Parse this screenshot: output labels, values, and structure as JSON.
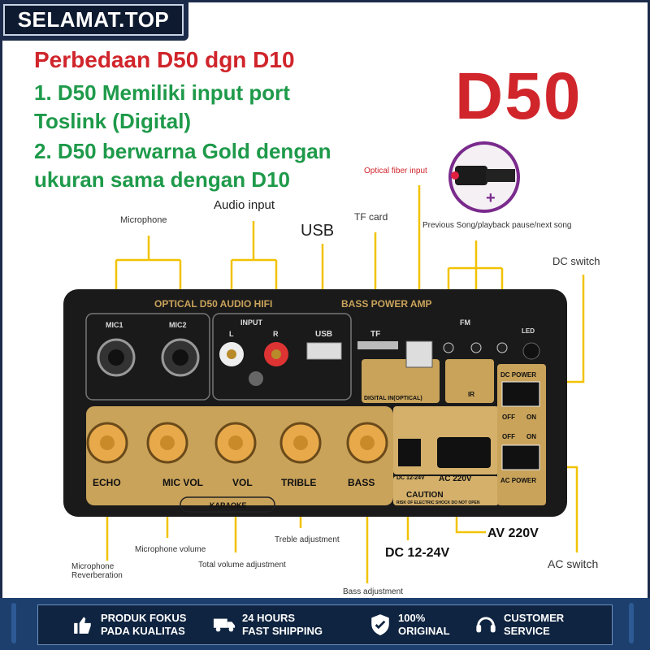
{
  "logo": {
    "text": "SELAMAT.TOP"
  },
  "heading": {
    "title": "Perbedaan D50 dgn D10",
    "line1": "1.  D50 Memiliki input port",
    "line2": "Toslink (Digital)",
    "line3": "2.  D50 berwarna Gold dengan",
    "line4": "ukuran sama dengan D10"
  },
  "model": "D50",
  "labels": {
    "optical": "Optical fiber input",
    "microphone": "Microphone",
    "audio_input": "Audio input",
    "usb": "USB",
    "tf_card": "TF card",
    "prev_next": "Previous Song/playback pause/next song",
    "dc_switch": "DC switch",
    "mic_reverb_1": "Microphone",
    "mic_reverb_2": "Reverberation",
    "mic_volume": "Microphone volume",
    "total_volume": "Total volume adjustment",
    "treble": "Treble adjustment",
    "bass": "Bass adjustment",
    "dc_power": "DC 12-24V",
    "ac_power": "AV 220V",
    "ac_switch": "AC switch"
  },
  "board": {
    "header_left": "OPTICAL D50 AUDIO HIFI",
    "header_right": "BASS POWER AMP",
    "mic1": "MIC1",
    "mic2": "MIC2",
    "input": "INPUT",
    "l": "L",
    "r": "R",
    "usb": "USB",
    "tf": "TF",
    "fm": "FM",
    "led": "LED",
    "digital": "DIGITAL IN(OPTICAL)",
    "ir": "IR",
    "dc_power": "DC POWER",
    "off": "OFF",
    "on": "ON",
    "ac_power": "AC POWER",
    "echo": "ECHO",
    "mic_vol": "MIC VOL",
    "vol": "VOL",
    "treble": "TRIBLE",
    "bass": "BASS",
    "dc_1224": "DC 12-24V",
    "ac_220": "AC 220V",
    "caution": "CAUTION",
    "caution_sub": "RISK OF ELECTRIC SHOCK DO NOT OPEN",
    "karaoke": "KARAOKE"
  },
  "footer": {
    "b1_l1": "PRODUK FOKUS",
    "b1_l2": "PADA KUALITAS",
    "b2_l1": "24 HOURS",
    "b2_l2": "FAST SHIPPING",
    "b3_l1": "100%",
    "b3_l2": "ORIGINAL",
    "b4_l1": "CUSTOMER",
    "b4_l2": "SERVICE"
  },
  "colors": {
    "accent_red": "#d0252b",
    "accent_green": "#1e9a4a",
    "callout": "#f2c200",
    "brand_navy": "#1c2b4a"
  }
}
